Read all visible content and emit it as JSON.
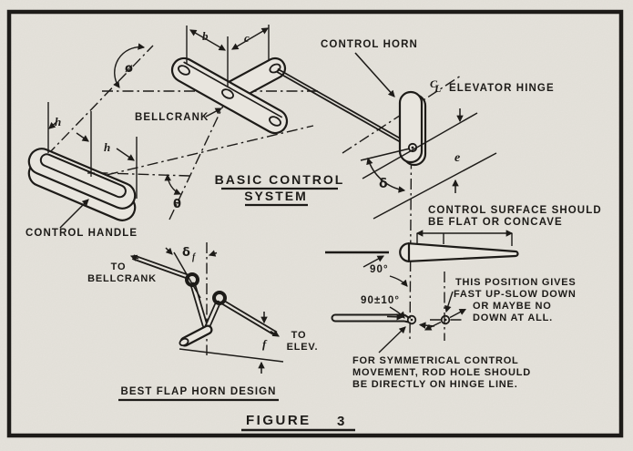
{
  "colors": {
    "paper": "#e8e5de",
    "ink": "#1d1b18"
  },
  "title": {
    "line1": "BASIC CONTROL",
    "line2": "SYSTEM"
  },
  "caption": {
    "word": "FIGURE",
    "number": "3"
  },
  "main": {
    "control_horn": "CONTROL HORN",
    "elevator_hinge": "ELEVATOR HINGE",
    "centerline_c": "C",
    "centerline_l": "L",
    "bellcrank": "BELLCRANK",
    "control_handle": "CONTROL HANDLE",
    "dims": {
      "b": "b",
      "c": "c",
      "phi": "ø",
      "h_upper": "h",
      "h_lower": "h",
      "theta": "θ",
      "delta": "δ",
      "e": "e"
    }
  },
  "flap": {
    "caption": "BEST FLAP HORN DESIGN",
    "to_bellcrank_1": "TO",
    "to_bellcrank_2": "BELLCRANK",
    "to_elev_1": "TO",
    "to_elev_2": "ELEV.",
    "dims": {
      "delta": "δ",
      "delta_sub": "f",
      "f": "f"
    }
  },
  "surface": {
    "flat_note_1": "CONTROL SURFACE SHOULD",
    "flat_note_2": "BE FLAT OR CONCAVE",
    "angle_hinge": "90°",
    "angle_rod": "90±10°",
    "position_note_1": "THIS POSITION GIVES",
    "position_note_2": "FAST UP-SLOW DOWN",
    "position_note_3": "OR MAYBE NO",
    "position_note_4": "DOWN AT ALL.",
    "symmetry_note_1": "FOR SYMMETRICAL CONTROL",
    "symmetry_note_2": "MOVEMENT, ROD HOLE SHOULD",
    "symmetry_note_3": "BE DIRECTLY ON HINGE LINE."
  }
}
